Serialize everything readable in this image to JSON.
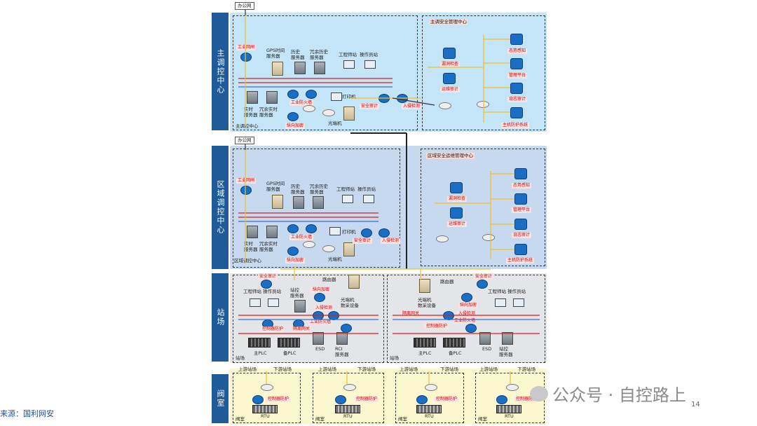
{
  "footer": {
    "source": "来源：国利网安",
    "page_number": "14"
  },
  "watermark": {
    "text": "公众号 · 自控路上"
  },
  "sections": {
    "main": {
      "sidebar": "主调控中心",
      "office_net": "办公网",
      "zone_label": "主调控中心",
      "sec_center": "主调安全管理中心",
      "labels": {
        "industrial_net": "工业网闸",
        "gps": "GPS时间\n服务器",
        "hist": "历史\n服务器",
        "redund_hist": "冗余历史\n服务器",
        "eng_ws": "工程师站",
        "op_ws": "操作员站",
        "realtime": "实时\n服务器",
        "redund_rt": "冗余实时\n服务器",
        "printer": "打印机",
        "firewall": "工业防火墙",
        "opt": "光端机",
        "secaudit": "安全审计",
        "ids": "入侵检测",
        "vcrypt": "纵向加密"
      },
      "mgmt": [
        "漏洞检查",
        "运维审计",
        "态势感知",
        "管理平台",
        "日志审计",
        "主机防护系统"
      ]
    },
    "region": {
      "sidebar": "区域调控中心",
      "office_net": "办公网",
      "zone_label": "区域调控中心",
      "sec_center": "区域安全运维管理中心",
      "labels": {
        "industrial_net": "工业网闸",
        "gps": "GPS时间\n服务器",
        "hist": "历史\n服务器",
        "redund_hist": "冗余历史\n服务器",
        "eng_ws": "工程师站",
        "op_ws": "操作员站",
        "realtime": "实时\n服务器",
        "redund_rt": "冗余实时\n服务器",
        "printer": "打印机",
        "firewall": "工业防火墙",
        "opt": "光端机",
        "secaudit": "安全审计",
        "ids": "入侵检测",
        "vcrypt": "纵向加密"
      },
      "mgmt": [
        "漏洞检查",
        "运维审计",
        "态势感知",
        "管理平台",
        "日志审计",
        "主机防护系统"
      ]
    },
    "station": {
      "sidebar": "站场",
      "left": {
        "router": "路由器",
        "secaudit": "安全审计",
        "ws": "工程师站 操作员站",
        "station_ctrl": "站控\n服务器",
        "opt": "光端机\n数采设备",
        "vcrypt": "纵向加密",
        "ids": "入侵检测",
        "fw": "工业防火墙",
        "ctrl_protect": "控制器防护",
        "isolation": "隔离网关",
        "main_plc": "主PLC",
        "backup_plc": "备PLC",
        "esd": "ESD",
        "rci": "RCI\n服务器",
        "zone": "站场"
      },
      "right": {
        "router": "路由器",
        "secaudit": "安全审计",
        "ws": "工程师站 操作员站",
        "station_ctrl": "站控\n服务器",
        "opt": "光端机\n数采设备",
        "vcrypt": "纵向加密",
        "ids": "入侵检测",
        "fw": "工业防火墙",
        "ctrl_protect": "控制器防护",
        "isolation": "隔离网关",
        "main_plc": "主PLC",
        "backup_plc": "备PLC",
        "esd": "ESD",
        "zone": "站场"
      }
    },
    "valve": {
      "sidebar": "阀室",
      "boxes": [
        {
          "up": "上游站场",
          "down": "下游站场",
          "protect": "控制器防护",
          "rtu": "RTU",
          "zone": "阀室"
        },
        {
          "up": "上游站场",
          "down": "下游站场",
          "protect": "控制器防护",
          "rtu": "RTU",
          "zone": "阀室"
        },
        {
          "up": "上游站场",
          "down": "下游站场",
          "protect": "控制器防护",
          "rtu": "RTU",
          "zone": "阀室"
        },
        {
          "up": "上游站场",
          "down": "下游站场",
          "protect": "控制器防护",
          "rtu": "RTU",
          "zone": "阀室"
        }
      ]
    }
  },
  "colors": {
    "sidebar": "#1f5a99",
    "top_panel": "#c4e4f7",
    "region_panel": "#c6d9ef",
    "station_panel": "#e4e5e8",
    "valve_panel": "#fbf8d0",
    "link_yellow": "#f0c030",
    "link_red": "#d81e1e",
    "link_blue": "#3a6fd1"
  }
}
